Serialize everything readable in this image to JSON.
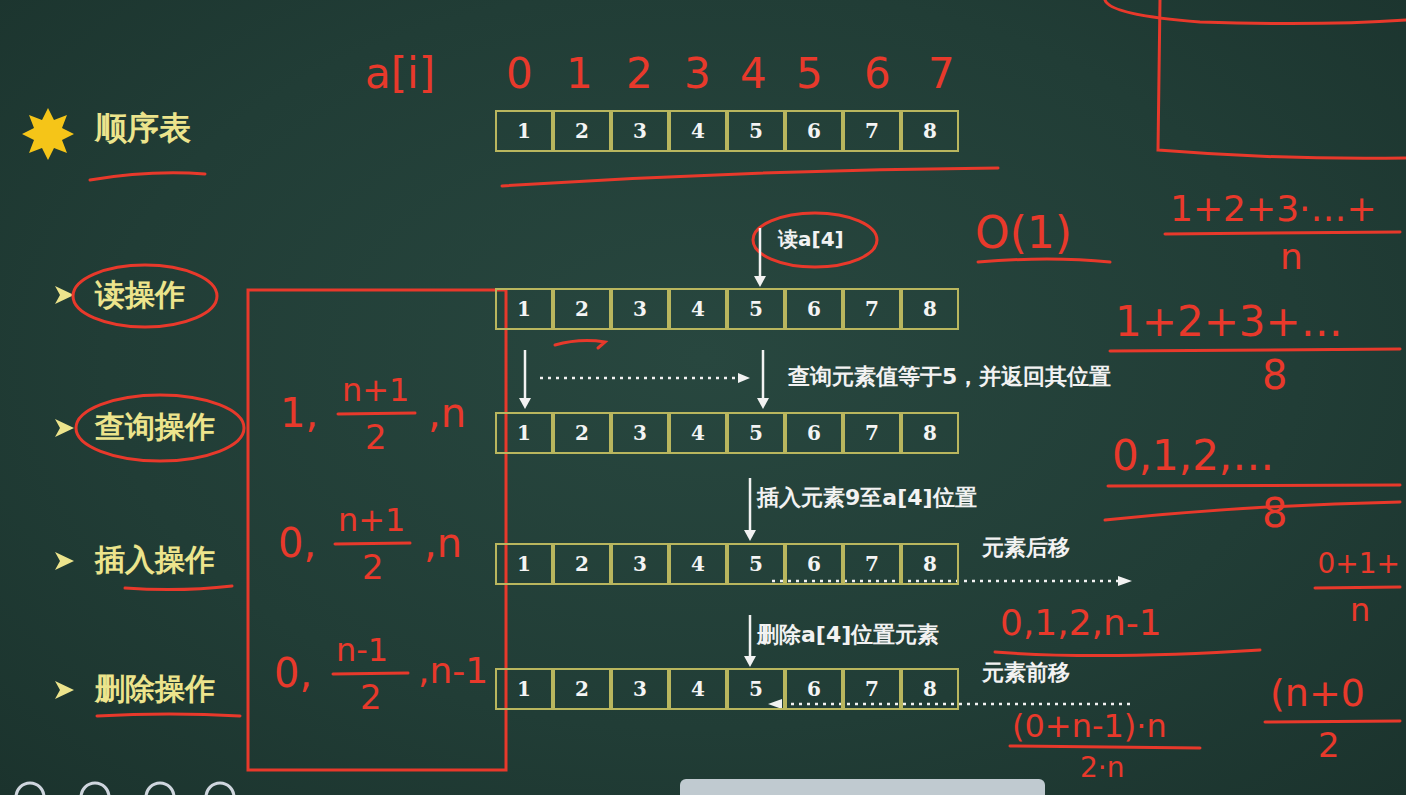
{
  "diagram": {
    "title": "顺序表",
    "nodes": [
      {
        "text": [
          "1"
        ]
      },
      {
        "text": [
          "2"
        ]
      },
      {
        "text": [
          "3"
        ]
      },
      {
        "text": [
          "4"
        ]
      },
      {
        "text": [
          "5"
        ]
      },
      {
        "text": [
          "6"
        ]
      },
      {
        "text": [
          "7"
        ]
      },
      {
        "text": [
          "8"
        ]
      },
      {
        "text": [
          "1"
        ]
      },
      {
        "text": [
          "2"
        ]
      },
      {
        "text": [
          "3"
        ]
      },
      {
        "text": [
          "4"
        ]
      },
      {
        "text": [
          "5"
        ]
      },
      {
        "text": [
          "6"
        ]
      },
      {
        "text": [
          "7"
        ]
      },
      {
        "text": [
          "8"
        ]
      },
      {
        "text": [
          "1"
        ]
      },
      {
        "text": [
          "2"
        ]
      },
      {
        "text": [
          "3"
        ]
      },
      {
        "text": [
          "4"
        ]
      },
      {
        "text": [
          "5"
        ]
      },
      {
        "text": [
          "6"
        ]
      },
      {
        "text": [
          "7"
        ]
      },
      {
        "text": [
          "8"
        ]
      },
      {
        "text": [
          "1"
        ]
      },
      {
        "text": [
          "2"
        ]
      },
      {
        "text": [
          "3"
        ]
      },
      {
        "text": [
          "4"
        ]
      },
      {
        "text": [
          "5"
        ]
      },
      {
        "text": [
          "6"
        ]
      },
      {
        "text": [
          "7"
        ]
      },
      {
        "text": [
          "8"
        ]
      },
      {
        "text": [
          "1"
        ]
      },
      {
        "text": [
          "2"
        ]
      },
      {
        "text": [
          "3"
        ]
      },
      {
        "text": [
          "4"
        ]
      },
      {
        "text": [
          "5"
        ]
      },
      {
        "text": [
          "6"
        ]
      },
      {
        "text": [
          "7"
        ]
      },
      {
        "text": [
          "8"
        ]
      }
    ],
    "labels": [
      "a[i]",
      "0",
      "1",
      "2",
      "3",
      "4",
      "5",
      "6",
      "7",
      "读操作",
      "查询操作",
      "插入操作",
      "删除操作",
      "读a[4]",
      "查询元素值等于5，并返回其位置",
      "插入元素9至a[4]位置",
      "元素后移",
      "删除a[4]位置元素",
      "元素前移",
      "1,",
      "n+1",
      "2",
      ",n",
      "0,",
      "n+1",
      "2",
      ",n",
      "0,",
      "n-1",
      "2",
      ",n-1",
      "O(1)",
      "1+2+3·…+",
      "n",
      "1+2+3+…",
      "8",
      "0,1,2,…",
      "8",
      "0+1+",
      "n",
      "0,1,2,n-1",
      "(0+n-1)·n",
      "2·n",
      "(n+0",
      "2"
    ]
  }
}
